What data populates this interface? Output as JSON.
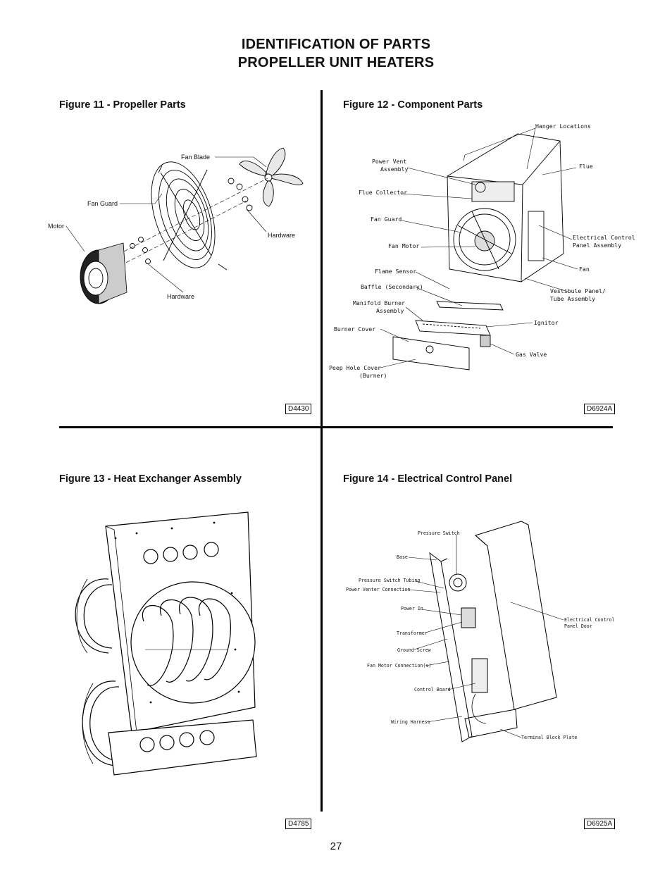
{
  "page": {
    "title_line1": "IDENTIFICATION OF PARTS",
    "title_line2": "PROPELLER UNIT HEATERS",
    "page_number": "27"
  },
  "figures": {
    "fig11": {
      "title": "Figure 11 - Propeller Parts",
      "code": "D4430",
      "labels": {
        "fan_blade": "Fan Blade",
        "fan_guard": "Fan Guard",
        "motor": "Motor",
        "hardware_right": "Hardware",
        "hardware_bottom": "Hardware"
      }
    },
    "fig12": {
      "title": "Figure 12 - Component Parts",
      "code": "D6924A",
      "labels": {
        "hanger_locations": "Hanger Locations",
        "power_vent_1": "Power Vent",
        "power_vent_2": "Assembly",
        "flue": "Flue",
        "flue_collector": "Flue Collector",
        "fan_guard": "Fan Guard",
        "electrical_control_1": "Electrical Control",
        "electrical_control_2": "Panel Assembly",
        "fan_motor": "Fan Motor",
        "fan": "Fan",
        "flame_sensor": "Flame Sensor",
        "vestibule_1": "Vestibule Panel/",
        "vestibule_2": "Tube Assembly",
        "baffle": "Baffle (Secondary)",
        "manifold_1": "Manifold Burner",
        "manifold_2": "Assembly",
        "ignitor": "Ignitor",
        "burner_cover": "Burner Cover",
        "gas_valve": "Gas Valve",
        "peep_hole_1": "Peep Hole Cover",
        "peep_hole_2": "(Burner)"
      }
    },
    "fig13": {
      "title": "Figure 13 - Heat Exchanger Assembly",
      "code": "D4785"
    },
    "fig14": {
      "title": "Figure 14 - Electrical Control Panel",
      "code": "D6925A",
      "labels": {
        "pressure_switch": "Pressure Switch",
        "base": "Base",
        "pressure_switch_tubing": "Pressure Switch Tubing",
        "power_venter_connection": "Power Venter Connection",
        "power_in": "Power In",
        "transformer": "Transformer",
        "ground_screw": "Ground Screw",
        "fan_motor_connections": "Fan Motor Connection(s)",
        "control_board": "Control Board",
        "wiring_harness": "Wiring Harness",
        "terminal_block_plate": "Terminal Block Plate",
        "panel_door_1": "Electrical Control",
        "panel_door_2": "Panel Door"
      }
    }
  }
}
